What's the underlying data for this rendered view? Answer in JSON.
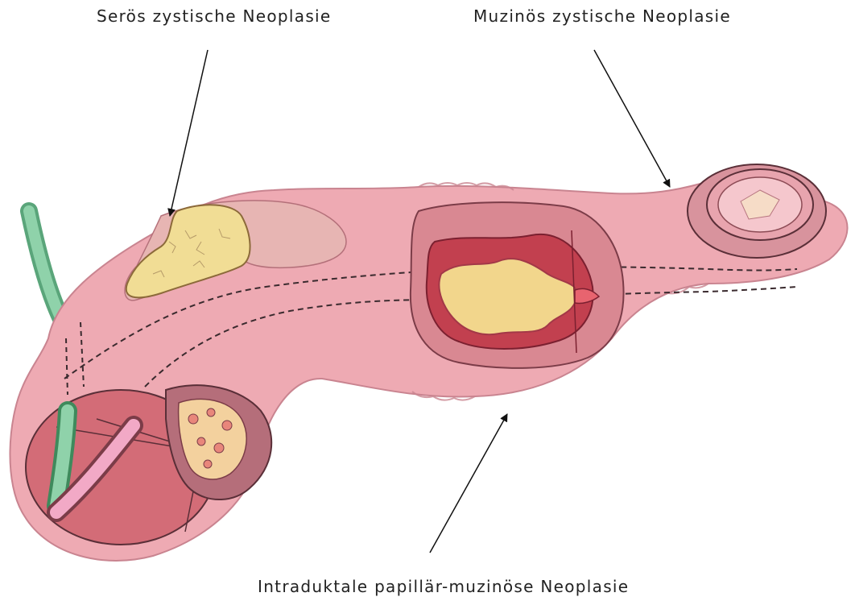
{
  "labels": {
    "serous": "Serös zystische Neoplasie",
    "mucinous": "Muzinös zystische Neoplasie",
    "ipmn": "Intraduktale papillär-muzinöse Neoplasie"
  },
  "colors": {
    "pancreas": "#eeaab3",
    "pancreas_edge": "#c98490",
    "serous_cyst": "#f1dd95",
    "mucinous_cyst": "#f5c7cd",
    "ipmn_lumen": "#f2d68c",
    "ipmn_wall": "#d96a7a",
    "duct_green": "#7fc79d",
    "duct_pink": "#f2a9c6",
    "arrow": "#111111"
  }
}
